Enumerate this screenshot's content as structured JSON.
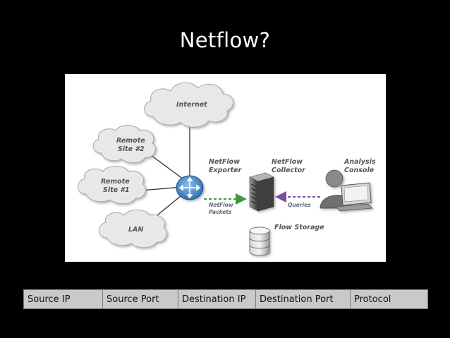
{
  "slide": {
    "title": "Netflow?"
  },
  "diagram": {
    "clouds": {
      "internet": "Internet",
      "remote2_line1": "Remote",
      "remote2_line2": "Site #2",
      "remote1_line1": "Remote",
      "remote1_line2": "Site #1",
      "lan": "LAN"
    },
    "nodes": {
      "exporter_line1": "NetFlow",
      "exporter_line2": "Exporter",
      "collector_line1": "NetFlow",
      "collector_line2": "Collector",
      "console_line1": "Analysis",
      "console_line2": "Console",
      "storage": "Flow Storage"
    },
    "arrows": {
      "packets_line1": "NetFlow",
      "packets_line2": "Packets",
      "queries": "Queries"
    },
    "colors": {
      "cloud_fill": "#e8e8e8",
      "router": "#4f8fd1",
      "packets_arrow": "#3e9a3e",
      "queries_arrow": "#7a4d9c"
    }
  },
  "fields": [
    "Source IP",
    "Source Port",
    "Destination IP",
    "Destination Port",
    "Protocol"
  ]
}
